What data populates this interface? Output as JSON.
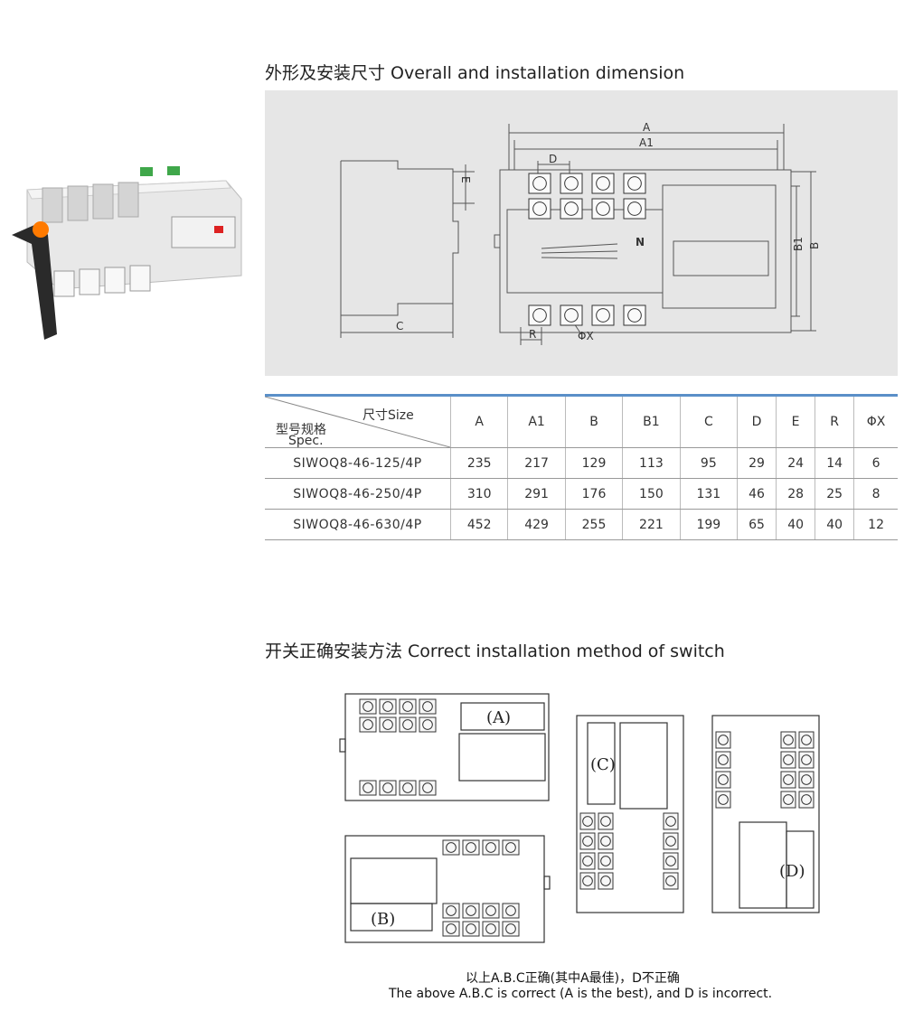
{
  "section1": {
    "title": "外形及安装尺寸 Overall and installation dimension"
  },
  "diagram": {
    "dim_A": "A",
    "dim_A1": "A1",
    "dim_D": "D",
    "dim_E": "E",
    "dim_C": "C",
    "dim_B": "B",
    "dim_B1": "B1",
    "dim_R": "R",
    "dim_PhiX": "ΦX",
    "letter_N": "N"
  },
  "table": {
    "header_size": "尺寸Size",
    "header_spec_cn": "型号规格",
    "header_spec_en": "Spec.",
    "columns": [
      "A",
      "A1",
      "B",
      "B1",
      "C",
      "D",
      "E",
      "R",
      "ΦX"
    ],
    "rows": [
      {
        "spec": "SIWOQ8-46-125/4P",
        "values": [
          "235",
          "217",
          "129",
          "113",
          "95",
          "29",
          "24",
          "14",
          "6"
        ]
      },
      {
        "spec": "SIWOQ8-46-250/4P",
        "values": [
          "310",
          "291",
          "176",
          "150",
          "131",
          "46",
          "28",
          "25",
          "8"
        ]
      },
      {
        "spec": "SIWOQ8-46-630/4P",
        "values": [
          "452",
          "429",
          "255",
          "221",
          "199",
          "65",
          "40",
          "40",
          "12"
        ]
      }
    ]
  },
  "section2": {
    "title": "开关正确安装方法 Correct installation method of switch"
  },
  "install": {
    "label_A": "(A)",
    "label_B": "(B)",
    "label_C": "(C)",
    "label_D": "(D)"
  },
  "note": {
    "cn": "以上A.B.C正确(其中A最佳)，D不正确",
    "en": "The above A.B.C is correct (A is the best), and D is incorrect."
  }
}
